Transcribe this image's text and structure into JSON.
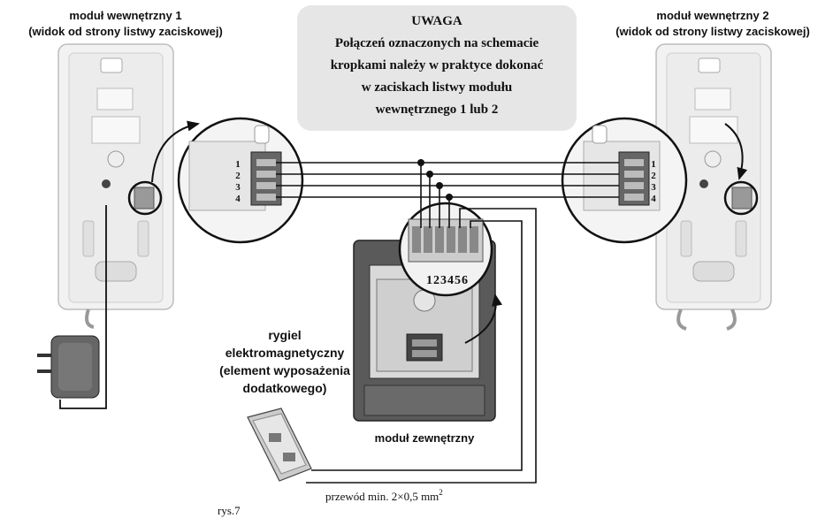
{
  "left_unit": {
    "title_line1": "moduł wewnętrzny 1",
    "title_line2": "(widok od strony listwy zaciskowej)"
  },
  "right_unit": {
    "title_line1": "moduł wewnętrzny 2",
    "title_line2": "(widok od strony listwy zaciskowej)"
  },
  "notice": {
    "heading": "UWAGA",
    "line1": "Połączeń oznaczonych na schemacie",
    "line2": "kropkami należy w praktyce dokonać",
    "line3": "w zaciskach listwy modułu",
    "line4": "wewnętrznego 1 lub 2"
  },
  "terminal_numbers": [
    "1",
    "2",
    "3",
    "4"
  ],
  "outdoor_terminals": "123456",
  "lock": {
    "line1": "rygiel",
    "line2": "elektromagnetyczny",
    "line3": "(element wyposażenia",
    "line4": "dodatkowego)"
  },
  "outdoor_label": "moduł zewnętrzny",
  "wire_note": "przewód min. 2×0,5 mm",
  "wire_sup": "2",
  "figure_label": "rys.7",
  "colors": {
    "panel": "#e6e6e6",
    "device_body": "#f2f2f2",
    "outdoor_body": "#5a5a5a",
    "wire": "#111111"
  }
}
